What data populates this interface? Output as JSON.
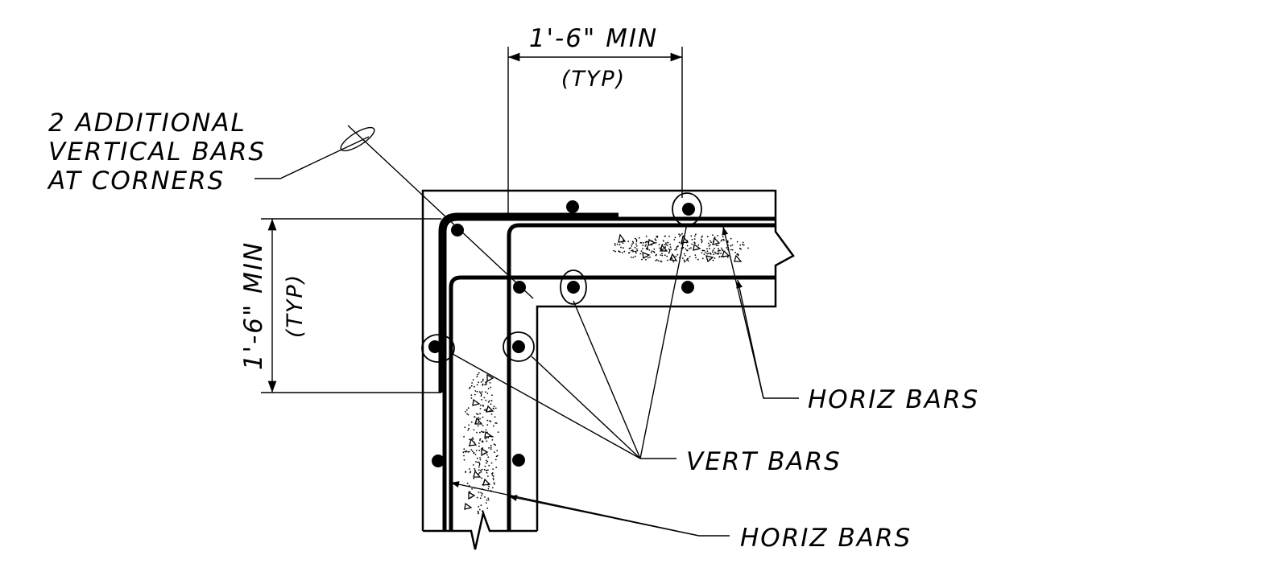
{
  "labels": {
    "top_dimension": "1'-6\" MIN",
    "top_dimension_note": "(TYP)",
    "side_dimension": "1'-6\" MIN",
    "side_dimension_note": "(TYP)",
    "corner_bars_line1": "2 ADDITIONAL",
    "corner_bars_line2": "VERTICAL BARS",
    "corner_bars_line3": "AT CORNERS",
    "horiz_bars_upper": "HORIZ BARS",
    "vert_bars": "VERT BARS",
    "horiz_bars_lower": "HORIZ BARS"
  },
  "colors": {
    "ink": "#000000",
    "background": "#ffffff"
  }
}
